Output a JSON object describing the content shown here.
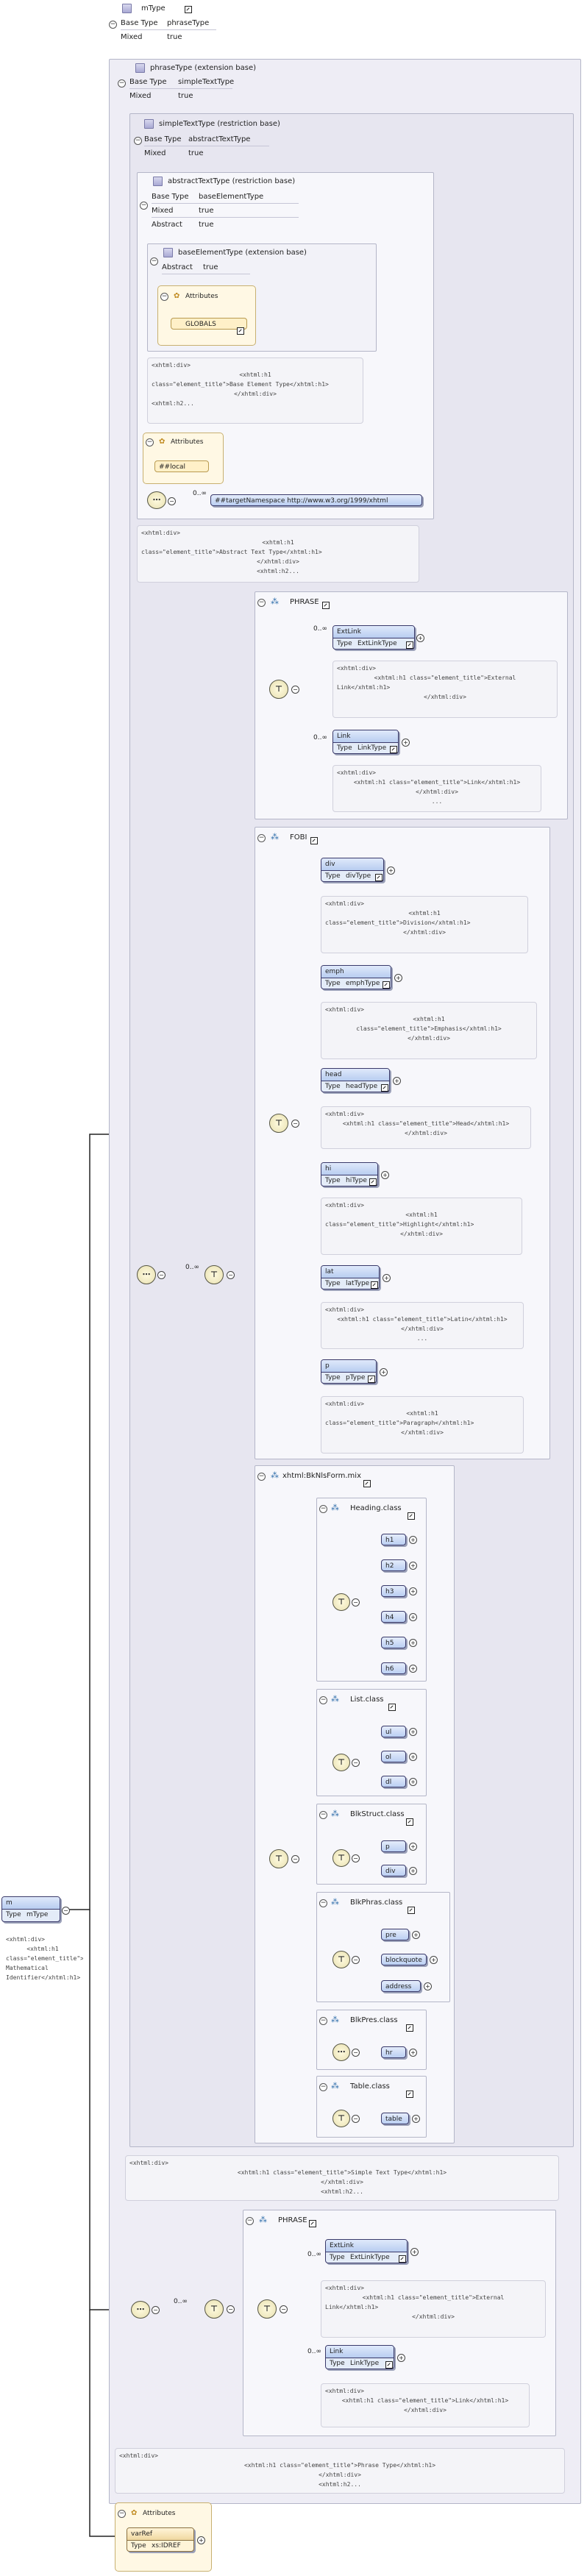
{
  "mtype": {
    "title": "mType",
    "base_type_label": "Base Type",
    "base_type": "phraseType",
    "mixed_label": "Mixed",
    "mixed": "true"
  },
  "phrase_type": {
    "title": "phraseType (extension base)",
    "base_type_label": "Base Type",
    "base_type": "simpleTextType",
    "mixed_label": "Mixed",
    "mixed": "true"
  },
  "simple_text_type": {
    "title": "simpleTextType (restriction base)",
    "base_type_label": "Base Type",
    "base_type": "abstractTextType",
    "mixed_label": "Mixed",
    "mixed": "true"
  },
  "abstract_text_type": {
    "title": "abstractTextType (restriction base)",
    "base_type_label": "Base Type",
    "base_type": "baseElementType",
    "mixed_label": "Mixed",
    "mixed": "true",
    "abstract_label": "Abstract",
    "abstract": "true"
  },
  "base_element_type": {
    "title": "baseElementType (extension base)",
    "abstract_label": "Abstract",
    "abstract": "true",
    "attributes_label": "Attributes",
    "globals": "GLOBALS"
  },
  "notes": {
    "base_element": [
      "<xhtml:div>",
      "<xhtml:h1",
      "class=\"element_title\">Base Element Type</xhtml:h1>",
      "</xhtml:div>",
      "<xhtml:h2..."
    ],
    "abstract_text": [
      "<xhtml:div>",
      "<xhtml:h1",
      "class=\"element_title\">Abstract Text Type</xhtml:h1>",
      "</xhtml:div>",
      "<xhtml:h2..."
    ],
    "simple_text": [
      "<xhtml:div>",
      "<xhtml:h1 class=\"element_title\">Simple Text Type</xhtml:h1>",
      "</xhtml:div>",
      "<xhtml:h2..."
    ],
    "phrase_type": [
      "<xhtml:div>",
      "<xhtml:h1 class=\"element_title\">Phrase Type</xhtml:h1>",
      "</xhtml:div>",
      "<xhtml:h2..."
    ],
    "m_element": [
      "<xhtml:div>",
      "<xhtml:h1",
      "class=\"element_title\">",
      "Mathematical",
      "Identifier</xhtml:h1>"
    ]
  },
  "local_attributes": {
    "label": "Attributes",
    "local": "##local"
  },
  "any_element": {
    "multiplicity": "0..∞",
    "namespace": "##targetNamespace http://www.w3.org/1999/xhtml"
  },
  "main_choice": {
    "multiplicity": "0..∞"
  },
  "phrase_group": {
    "title": "PHRASE",
    "extlink": {
      "name": "ExtLink",
      "type_label": "Type",
      "type": "ExtLinkType",
      "multiplicity": "0..∞",
      "note": [
        "<xhtml:div>",
        "<xhtml:h1 class=\"element_title\">External",
        "Link</xhtml:h1>",
        "</xhtml:div>"
      ]
    },
    "link": {
      "name": "Link",
      "type_label": "Type",
      "type": "LinkType",
      "multiplicity": "0..∞",
      "note": [
        "<xhtml:div>",
        "<xhtml:h1 class=\"element_title\">Link</xhtml:h1>",
        "</xhtml:div>",
        "..."
      ]
    }
  },
  "fobi_group": {
    "title": "FOBI",
    "items": [
      {
        "name": "div",
        "type_label": "Type",
        "type": "divType",
        "note": [
          "<xhtml:div>",
          "<xhtml:h1",
          "class=\"element_title\">Division</xhtml:h1>",
          "</xhtml:div>"
        ]
      },
      {
        "name": "emph",
        "type_label": "Type",
        "type": "emphType",
        "note": [
          "<xhtml:div>",
          "<xhtml:h1",
          "class=\"element_title\">Emphasis</xhtml:h1>",
          "</xhtml:div>"
        ]
      },
      {
        "name": "head",
        "type_label": "Type",
        "type": "headType",
        "note": [
          "<xhtml:div>",
          "<xhtml:h1 class=\"element_title\">Head</xhtml:h1>",
          "</xhtml:div>"
        ]
      },
      {
        "name": "hi",
        "type_label": "Type",
        "type": "hiType",
        "note": [
          "<xhtml:div>",
          "<xhtml:h1",
          "class=\"element_title\">Highlight</xhtml:h1>",
          "</xhtml:div>"
        ]
      },
      {
        "name": "lat",
        "type_label": "Type",
        "type": "latType",
        "note": [
          "<xhtml:div>",
          "<xhtml:h1 class=\"element_title\">Latin</xhtml:h1>",
          "</xhtml:div>",
          "..."
        ]
      },
      {
        "name": "p",
        "type_label": "Type",
        "type": "pType",
        "note": [
          "<xhtml:div>",
          "<xhtml:h1",
          "class=\"element_title\">Paragraph</xhtml:h1>",
          "</xhtml:div>"
        ]
      }
    ]
  },
  "xhtml_group": {
    "title": "xhtml:BkNlsForm.mix",
    "heading": {
      "title": "Heading.class",
      "items": [
        "h1",
        "h2",
        "h3",
        "h4",
        "h5",
        "h6"
      ]
    },
    "list": {
      "title": "List.class",
      "items": [
        "ul",
        "ol",
        "dl"
      ]
    },
    "blkstruct": {
      "title": "BlkStruct.class",
      "items": [
        "p",
        "div"
      ]
    },
    "blkphras": {
      "title": "BlkPhras.class",
      "items": [
        "pre",
        "blockquote",
        "address"
      ]
    },
    "blkpres": {
      "title": "BlkPres.class",
      "items": [
        "hr"
      ]
    },
    "table": {
      "title": "Table.class",
      "items": [
        "table"
      ]
    }
  },
  "bottom_choice": {
    "multiplicity": "0..∞"
  },
  "phrase_group2": {
    "title": "PHRASE",
    "extlink": {
      "name": "ExtLink",
      "type_label": "Type",
      "type": "ExtLinkType",
      "multiplicity": "0..∞",
      "note": [
        "<xhtml:div>",
        "<xhtml:h1 class=\"element_title\">External",
        "Link</xhtml:h1>",
        "</xhtml:div>"
      ]
    },
    "link": {
      "name": "Link",
      "type_label": "Type",
      "type": "LinkType",
      "multiplicity": "0..∞",
      "note": [
        "<xhtml:div>",
        "<xhtml:h1 class=\"element_title\">Link</xhtml:h1>",
        "</xhtml:div>"
      ]
    }
  },
  "m_element": {
    "name": "m",
    "type_label": "Type",
    "type": "mType"
  },
  "attributes_bottom": {
    "label": "Attributes",
    "attr_name": "varRef",
    "type_label": "Type",
    "type": "xs:IDREF"
  },
  "colors": {
    "frame": "#eeedf5",
    "border": "#b4b6c8",
    "element_header": "#b8cdf0",
    "attributes_fill": "#fff8e4"
  }
}
